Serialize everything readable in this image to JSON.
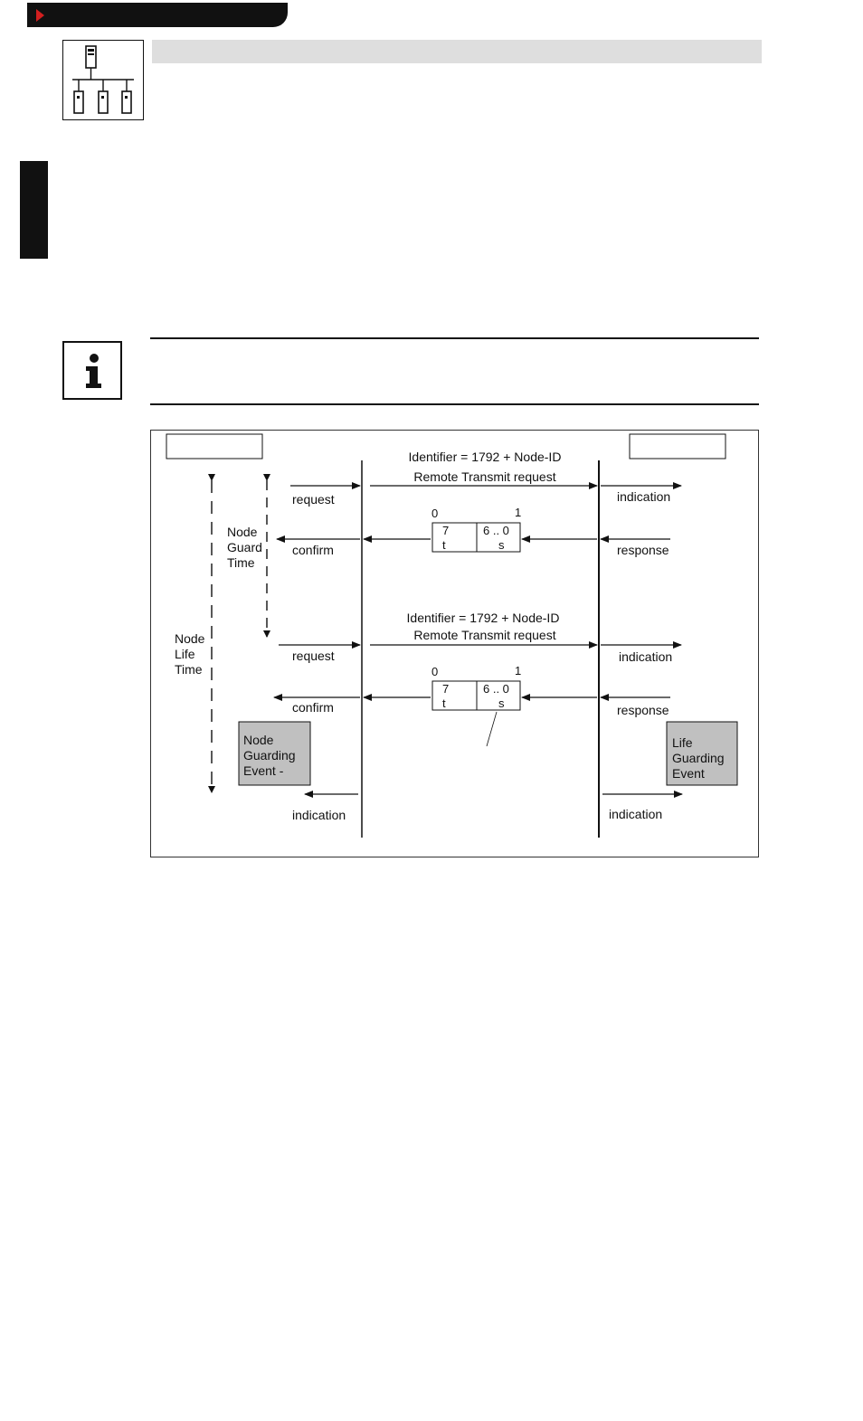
{
  "diagram": {
    "cycle1": {
      "identifier": "Identifier = 1792 + Node-ID",
      "request_type": "Remote Transmit request",
      "bit_high": "0",
      "bit_low": "1",
      "cell_left_top": "7",
      "cell_left_bottom": "t",
      "cell_right_top": "6 .. 0",
      "cell_right_bottom": "s"
    },
    "cycle2": {
      "identifier": "Identifier = 1792 + Node-ID",
      "request_type": "Remote Transmit request",
      "bit_high": "0",
      "bit_low": "1",
      "cell_left_top": "7",
      "cell_left_bottom": "t",
      "cell_right_top": "6 .. 0",
      "cell_right_bottom": "s"
    },
    "labels": {
      "request_1": "request",
      "confirm_1": "confirm",
      "indication_1": "indication",
      "response_1": "response",
      "request_2": "request",
      "confirm_2": "confirm",
      "indication_2": "indication",
      "response_2": "response",
      "indication_left": "indication",
      "indication_right": "indication"
    },
    "node_guard_time": [
      "Node",
      "Guard",
      "Time"
    ],
    "node_life_time": [
      "Node",
      "Life",
      "Time"
    ],
    "node_guarding_event": [
      "Node",
      "Guarding",
      "Event  -"
    ],
    "life_guarding_event": [
      "Life",
      "Guarding",
      "Event"
    ]
  },
  "colors": {
    "header_bar": "#111111",
    "header_arrow": "#d21f1f",
    "title_bar": "#dedede",
    "event_box_fill": "#c0c0c0"
  },
  "icons": {
    "network": "network-topology-icon",
    "info": "info-icon"
  }
}
